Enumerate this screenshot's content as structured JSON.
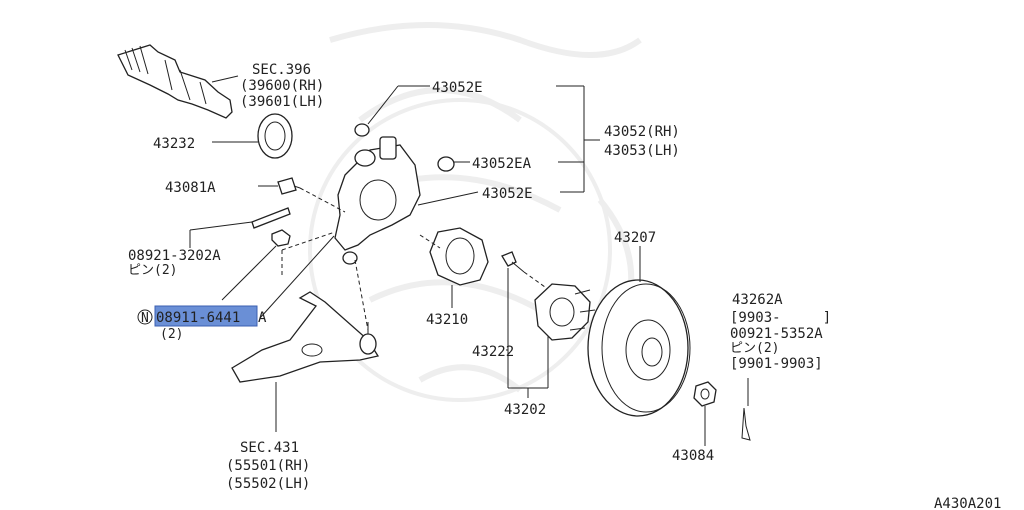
{
  "diagram": {
    "code": "A430A201",
    "highlight_color": "#6a8fd6",
    "labels": {
      "sec396": "SEC.396",
      "p39600": "(39600(RH)",
      "p39601": "(39601(LH)",
      "p43232": "43232",
      "p43081a": "43081A",
      "p08921_3202a": "08921-3202A",
      "pin2_a": "ピン(2)",
      "n_mark": "N",
      "p08911_6441": "08911-6441",
      "suffix_a": "A",
      "qty2": "(2)",
      "p43052e_top": "43052E",
      "p43052rh": "43052(RH)",
      "p43053lh": "43053(LH)",
      "p43052ea": "43052EA",
      "p43052e_bot": "43052E",
      "p43210": "43210",
      "p43222": "43222",
      "p43202": "43202",
      "p43207": "43207",
      "p43262a": "43262A",
      "bracket_9903": "[9903-     ]",
      "p00921_5352a": "00921-5352A",
      "pin2_b": "ピン(2)",
      "bracket_9901": "[9901-9903]",
      "p43084": "43084",
      "sec431": "SEC.431",
      "p55501": "(55501(RH)",
      "p55502": "(55502(LH)"
    }
  }
}
